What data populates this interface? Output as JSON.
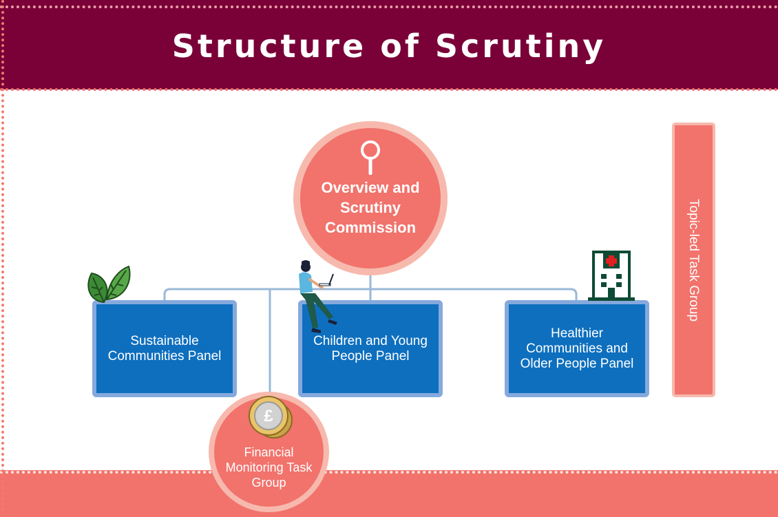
{
  "header": {
    "title": "Structure of Scrutiny"
  },
  "commission": {
    "label": "Overview and Scrutiny Commission",
    "icon": "magnifier-icon"
  },
  "panels": [
    {
      "label": "Sustainable Communities Panel",
      "icon": "leaves-icon"
    },
    {
      "label": "Children and Young People Panel",
      "icon": "person-laptop-icon"
    },
    {
      "label": "Healthier Communities and Older People Panel",
      "icon": "hospital-icon"
    }
  ],
  "financial_group": {
    "label": "Financial Monitoring Task Group",
    "icon": "pound-coin-icon"
  },
  "topic_group": {
    "label": "Topic-led Task Group"
  },
  "colors": {
    "header": "#7a0038",
    "accent_coral": "#f1736c",
    "accent_light": "#f7b9ad",
    "panel_blue": "#0e6fbe",
    "panel_border": "#85a9dd",
    "connector": "#9ab8d8"
  }
}
